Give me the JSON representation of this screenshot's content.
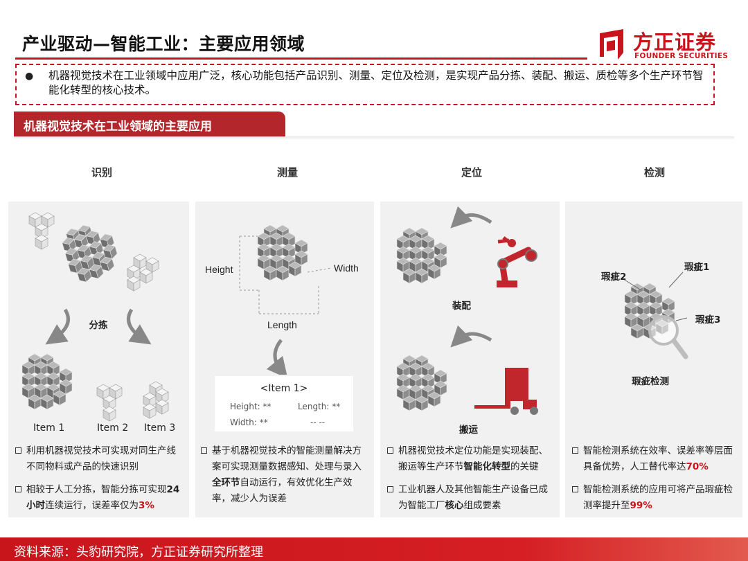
{
  "header": {
    "title": "产业驱动—智能工业：主要应用领域",
    "logo_cn": "方正证券",
    "logo_en": "FOUNDER SECURITIES"
  },
  "summary": {
    "text": "机器视觉技术在工业领域中应用广泛，核心功能包括产品识别、测量、定位及检测，是实现产品分拣、装配、搬运、质检等多个生产环节智能化转型的核心技术。"
  },
  "section": {
    "title": "机器视觉技术在工业领域的主要应用"
  },
  "columns": {
    "recognition": {
      "heading": "识别",
      "center_label": "分拣",
      "items": [
        "Item 1",
        "Item 2",
        "Item 3"
      ],
      "b1": "利用机器视觉技术可实现对同生产线不同物料或产品的快速识别",
      "b2_pre": "相较于人工分拣，智能分拣可实现",
      "b2_bold": "24小时",
      "b2_mid": "连续运行，误差率仅为",
      "b2_red": "3%"
    },
    "measurement": {
      "heading": "测量",
      "height": "Height",
      "width": "Width",
      "length": "Length",
      "item_title": "<Item 1>",
      "height_kv": "Height: **",
      "length_kv": "Length: **",
      "width_kv": "Width: **",
      "blank_kv": "-- --",
      "b1_pre": "基于机器视觉技术的智能测量解决方案可实现测量数据感知、处理与录入",
      "b1_bold": "全环节",
      "b1_post": "自动运行，有效优化生产效率，减少人为误差"
    },
    "positioning": {
      "heading": "定位",
      "assembly": "装配",
      "transport": "搬运",
      "b1_pre": "机器视觉技术定位功能是实现装配、搬运等生产环节",
      "b1_bold": "智能化转型",
      "b1_post": "的关键",
      "b2_pre": "工业机器人及其他智能生产设备已成为智能工厂",
      "b2_bold": "核心",
      "b2_post": "组成要素"
    },
    "inspection": {
      "heading": "检测",
      "defect1": "瑕疵1",
      "defect2": "瑕疵2",
      "defect3": "瑕疵3",
      "center_label": "瑕疵检测",
      "b1_pre": "智能检测系统在效率、误差率等层面具备优势，人工替代率达",
      "b1_red": "70%",
      "b2_pre": "智能检测系统的应用可将产品瑕疵检测率提升至",
      "b2_red": "99%"
    }
  },
  "footer": {
    "source": "资料来源：头豹研究院，方正证券研究所整理"
  },
  "colors": {
    "brand_red": "#c8151b",
    "panel_gray": "#f1f1f1",
    "tab_red": "#b3262c"
  }
}
